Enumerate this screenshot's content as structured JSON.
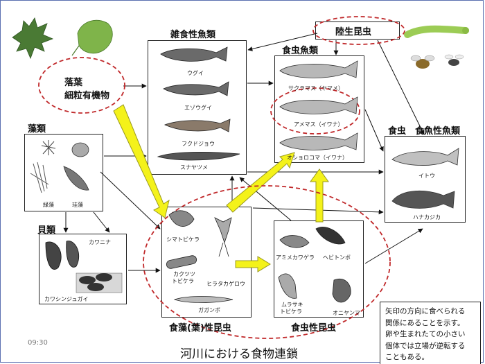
{
  "labels": {
    "omnivorous_fish": "雑食性魚類",
    "terrestrial_insects": "陸生昆虫",
    "insectivorous_fish": "食虫魚類",
    "fallen_leaves": "落葉",
    "fine_organic": "細粒有機物",
    "algae": "藻類",
    "insect_fish_eating_fish": "食虫　食魚性魚類",
    "shellfish": "貝類",
    "algae_eating_insects": "食藻(葉)性昆虫",
    "insectivorous_insects": "食虫性昆虫"
  },
  "captions": {
    "ugui": "ウグイ",
    "ezougui": "エゾウグイ",
    "fukudojou": "フクドジョウ",
    "sunayatsume": "スナヤツメ",
    "satsukimasu": "サクラマス（ヤマメ）",
    "amemasu": "アメマス（イワナ）",
    "oshorokoma": "オショロコマ（イワナ）",
    "itou": "イトウ",
    "hanakajika": "ハナカジカ",
    "green_algae": "緑藻",
    "diatom": "珪藻",
    "kawanina": "カワニナ",
    "kawashinjugai": "カワシンジュガイ",
    "shimatobikera": "シマトビケラ",
    "kakutsutsu": "カクツツ",
    "kakutsutsu2": "トビケラ",
    "hiratakagerou": "ヒラタカゲロウ",
    "gaganbo": "ガガンボ",
    "amimekawagera": "アミメカワゲラ",
    "hebitonbo": "ヘビトンボ",
    "murasaki": "ムラサキ",
    "murasaki2": "トビケラ",
    "oniyanma": "オニヤンマ"
  },
  "title": "河川における食物連鎖",
  "timestamp": "09:30",
  "note": {
    "line1": "矢印の方向に食べられる",
    "line2": "関係にあることを示す。",
    "line3": "卵や生まれたての小さい",
    "line4": "個体では立場が逆転する",
    "line5": "こともある。"
  },
  "colors": {
    "dashed_ellipse": "#c0282a",
    "yellow_arrow": "#f4f21a",
    "yellow_arrow_edge": "#9a9a20",
    "leaf": "#4f8a3a",
    "caterpillar": "#9ccc55"
  }
}
